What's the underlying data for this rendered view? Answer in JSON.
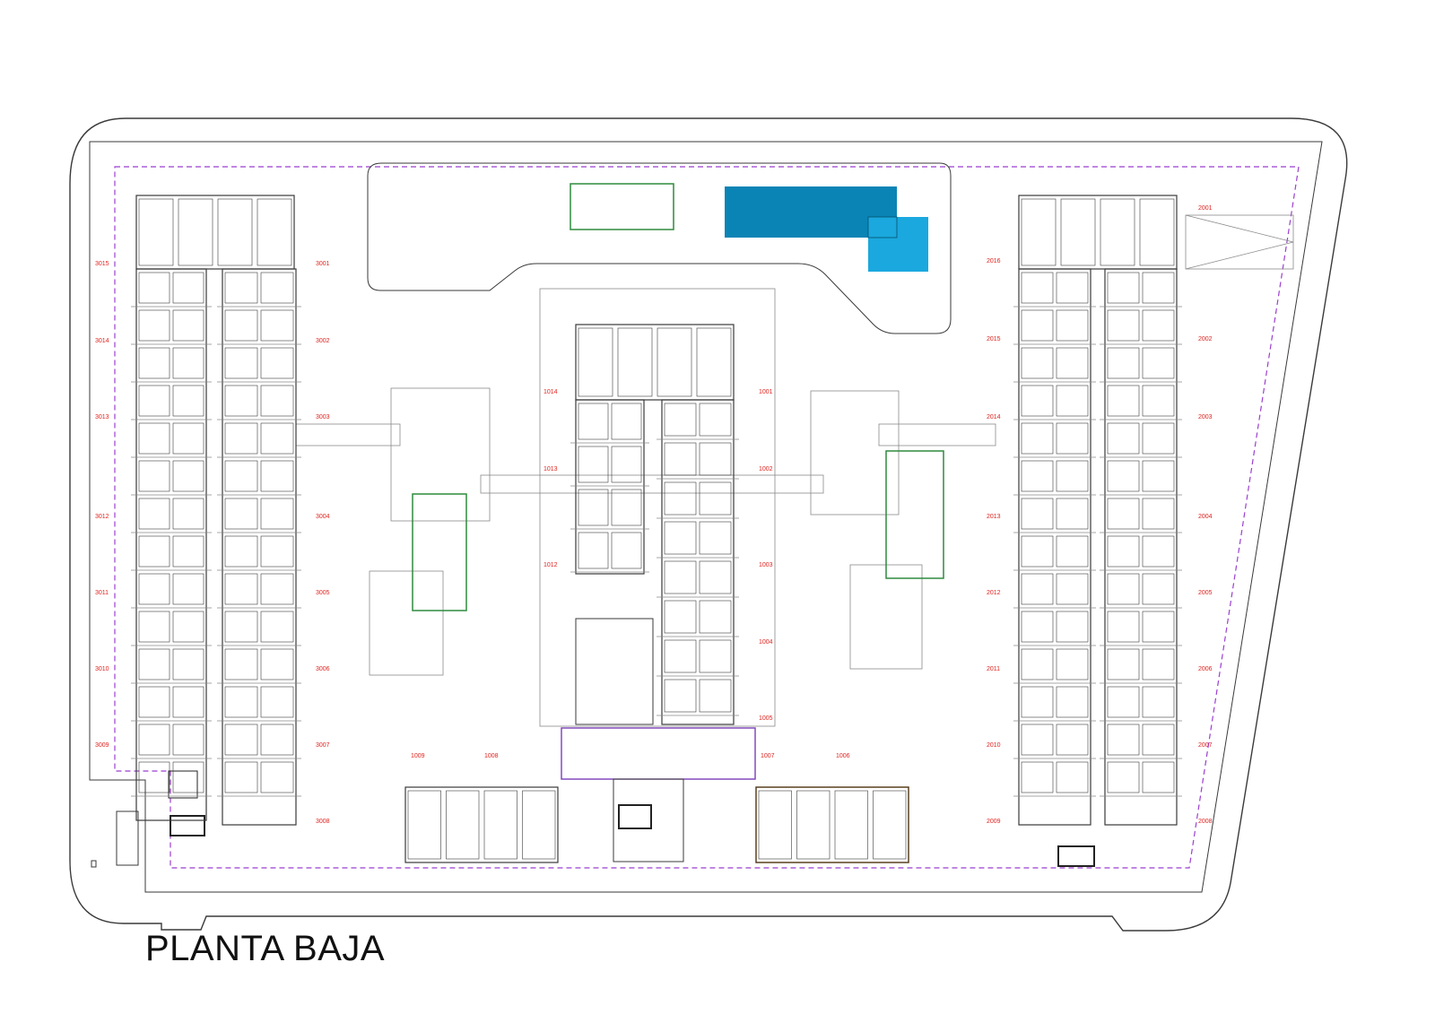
{
  "title": "PLANTA BAJA",
  "colors": {
    "line": "#3a3a3a",
    "thin": "#8a8a8a",
    "boundary_dashed": "#9b3fd0",
    "green_area": "#2e8b3d",
    "pool_dark": "#0a84b5",
    "pool_light": "#1aa8de",
    "unit_label": "#e0231f",
    "purple_frame": "#7a3fb8",
    "orange_highlight": "#e79a2a"
  },
  "icons": {
    "pool": "pool-icon",
    "stairs": "stairs-icon",
    "elevator": "elevator-icon"
  },
  "labels": {
    "left_outer": [
      "3015",
      "3014",
      "3013",
      "3012",
      "3011",
      "3010",
      "3009"
    ],
    "left_inner": [
      "3001",
      "3002",
      "3003",
      "3004",
      "3005",
      "3006",
      "3007",
      "3008"
    ],
    "center_left": [
      "1014",
      "1013",
      "1012"
    ],
    "center_right": [
      "1001",
      "1002",
      "1003",
      "1004",
      "1005"
    ],
    "bottom_left": [
      "1009",
      "1008"
    ],
    "bottom_right": [
      "1007",
      "1006"
    ],
    "right_inner": [
      "2016",
      "2015",
      "2014",
      "2013",
      "2012",
      "2011",
      "2010",
      "2009"
    ],
    "right_outer": [
      "2001",
      "2002",
      "2003",
      "2004",
      "2005",
      "2006",
      "2007",
      "2008"
    ]
  }
}
